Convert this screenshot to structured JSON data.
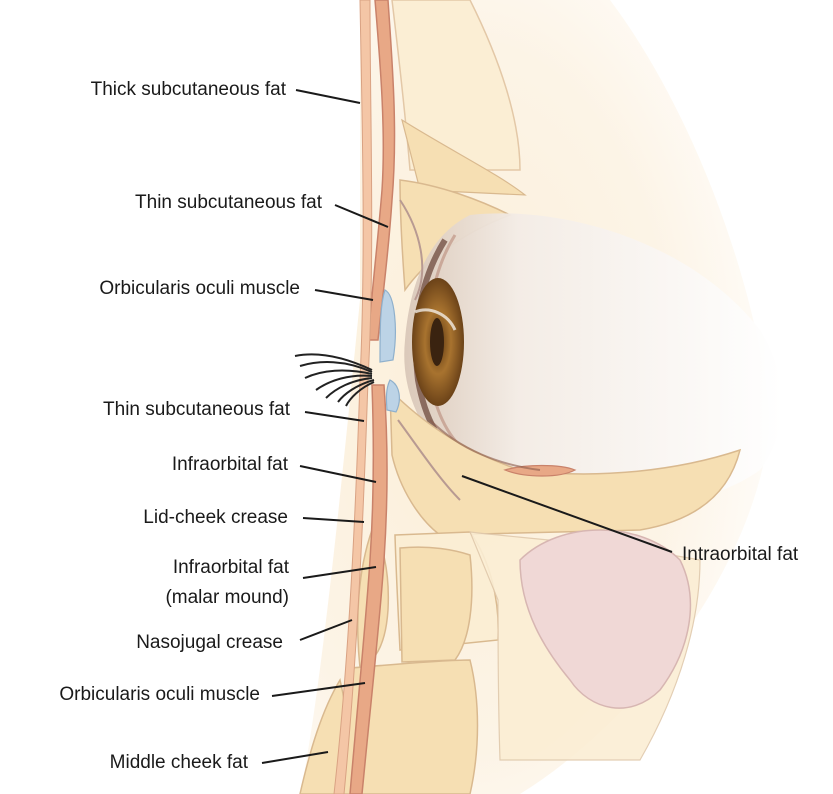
{
  "labels": {
    "thick_subcutaneous_fat": "Thick subcutaneous fat",
    "thin_subcutaneous_fat_upper": "Thin subcutaneous fat",
    "orbicularis_oculi_muscle_upper": "Orbicularis oculi muscle",
    "thin_subcutaneous_fat_lower": "Thin subcutaneous fat",
    "infraorbital_fat": "Infraorbital fat",
    "lid_cheek_crease": "Lid-cheek crease",
    "infraorbital_fat_malar_line1": "Infraorbital fat",
    "infraorbital_fat_malar_line2": "(malar mound)",
    "nasojugal_crease": "Nasojugal crease",
    "orbicularis_oculi_muscle_lower": "Orbicularis oculi muscle",
    "middle_cheek_fat": "Middle cheek fat",
    "intraorbital_fat": "Intraorbital fat"
  },
  "colors": {
    "fat": "#f6dfb3",
    "fat_light": "#fbeed4",
    "muscle": "#e8a886",
    "muscle_outline": "#c9826a",
    "septum": "#b89a92",
    "sinus": "#f0d8d6",
    "conjunctiva": "#bcd3e6",
    "iris": "#9c6a2e",
    "pupil": "#3a2310",
    "lash": "#222222"
  }
}
